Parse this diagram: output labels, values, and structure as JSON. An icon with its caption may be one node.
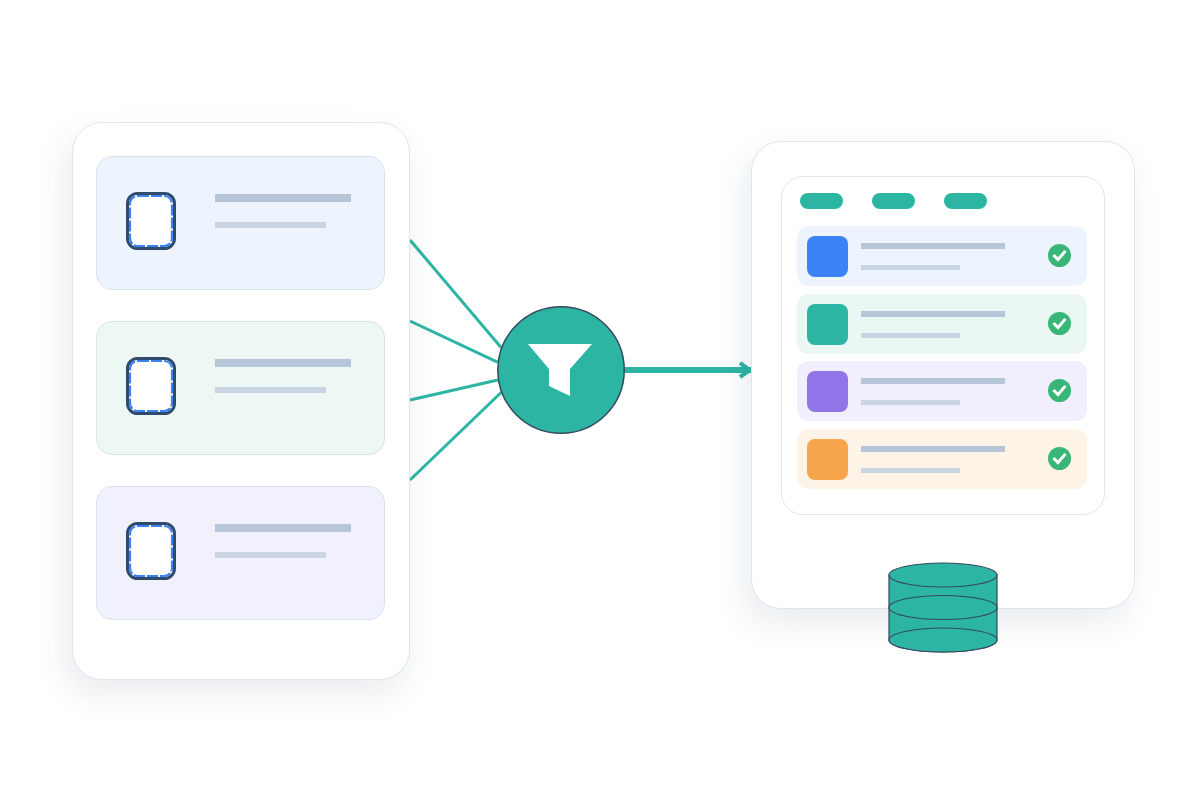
{
  "diagram": {
    "nodes": [
      {
        "text": [],
        "shape": "box"
      },
      {
        "text": [],
        "shape": "box",
        "in": 0
      },
      {
        "text": [],
        "shape": "box",
        "in": 0
      },
      {
        "text": [],
        "shape": "box",
        "in": 0
      },
      {
        "text": [],
        "shape": "circle"
      },
      {
        "text": [],
        "shape": "box"
      },
      {
        "text": [],
        "shape": "box",
        "in": 5
      },
      {
        "text": [],
        "shape": "box",
        "in": 6
      },
      {
        "text": [],
        "shape": "box",
        "in": 6
      },
      {
        "text": [],
        "shape": "box",
        "in": 6
      },
      {
        "text": [],
        "shape": "box",
        "in": 6
      },
      {
        "text": [],
        "shape": "cylinder"
      }
    ],
    "edges": [
      {
        "from": 0,
        "to": 4,
        "arrow": "none"
      },
      {
        "from": 0,
        "to": 4,
        "arrow": "none"
      },
      {
        "from": 0,
        "to": 4,
        "arrow": "none"
      },
      {
        "from": 0,
        "to": 4,
        "arrow": "none"
      },
      {
        "from": 4,
        "to": 5,
        "arrow": "to",
        "style": "thick"
      }
    ]
  }
}
